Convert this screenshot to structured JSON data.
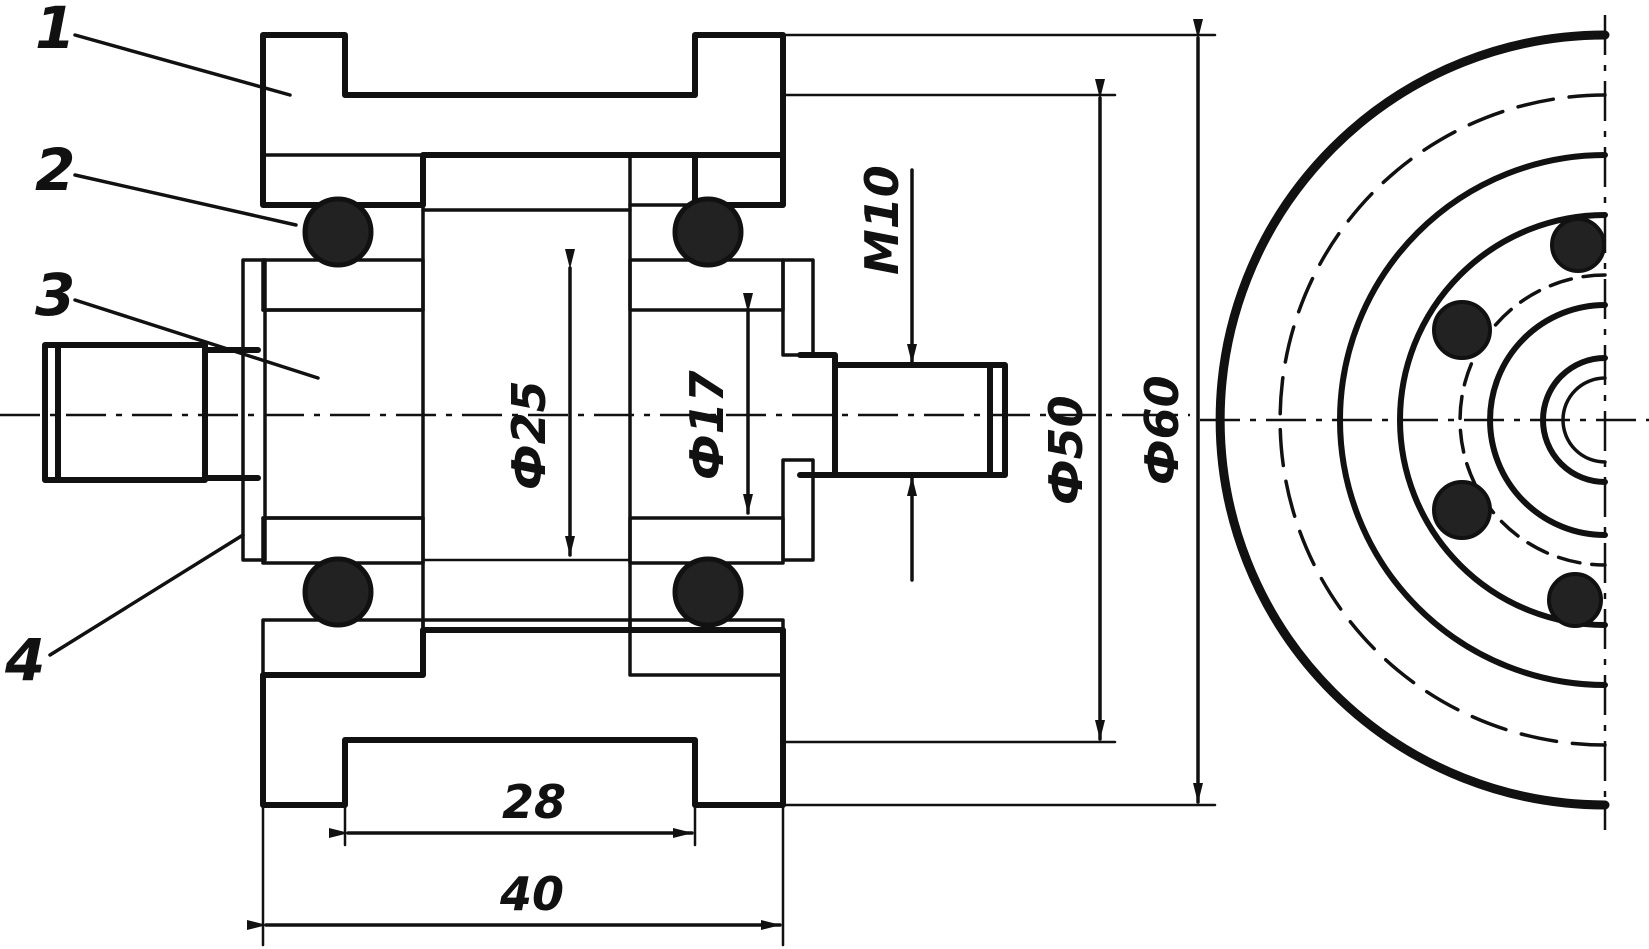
{
  "part_labels": [
    "1",
    "2",
    "3",
    "4"
  ],
  "dimensions": {
    "d25": "Ф25",
    "d17": "Ф17",
    "m10": "M10",
    "d50": "Ф50",
    "d60": "Ф60",
    "len28": "28",
    "len40": "40"
  },
  "colors": {
    "ink": "#111111",
    "paper": "#ffffff"
  }
}
